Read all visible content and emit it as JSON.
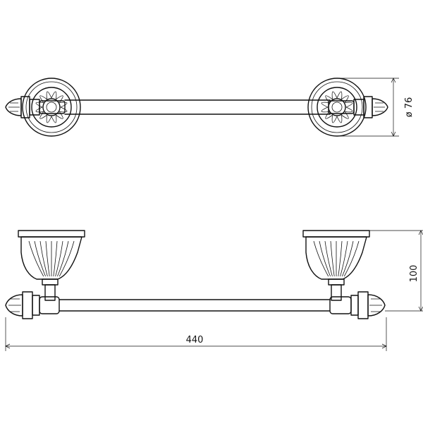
{
  "dimensions": {
    "diameter": "ø 76",
    "height": "100",
    "width": "440"
  },
  "colors": {
    "line": "#111111",
    "background": "#ffffff"
  }
}
